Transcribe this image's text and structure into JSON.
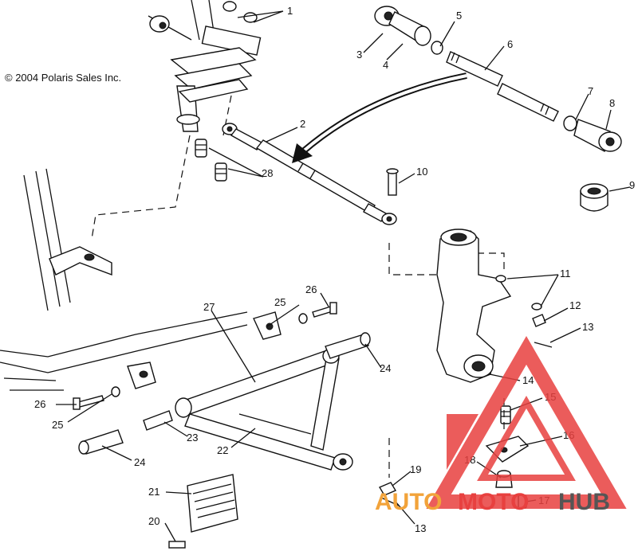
{
  "copyright": "© 2004 Polaris Sales Inc.",
  "callouts": {
    "c1": "1",
    "c2": "2",
    "c3": "3",
    "c4": "4",
    "c5": "5",
    "c6": "6",
    "c7": "7",
    "c8": "8",
    "c9": "9",
    "c10": "10",
    "c11": "11",
    "c12": "12",
    "c13a": "13",
    "c13b": "13",
    "c14": "14",
    "c15": "15",
    "c16": "16",
    "c17": "17",
    "c18": "18",
    "c19": "19",
    "c20": "20",
    "c21": "21",
    "c22": "22",
    "c23": "23",
    "c24a": "24",
    "c24b": "24",
    "c25a": "25",
    "c25b": "25",
    "c26a": "26",
    "c26b": "26",
    "c27": "27",
    "c28": "28"
  },
  "watermark": {
    "part1": "AUTO",
    "part2": "MOTO",
    "part3": "HUB",
    "color_red": "#e8403f",
    "color_orange": "#f2a33a",
    "color_gray": "#555555"
  }
}
